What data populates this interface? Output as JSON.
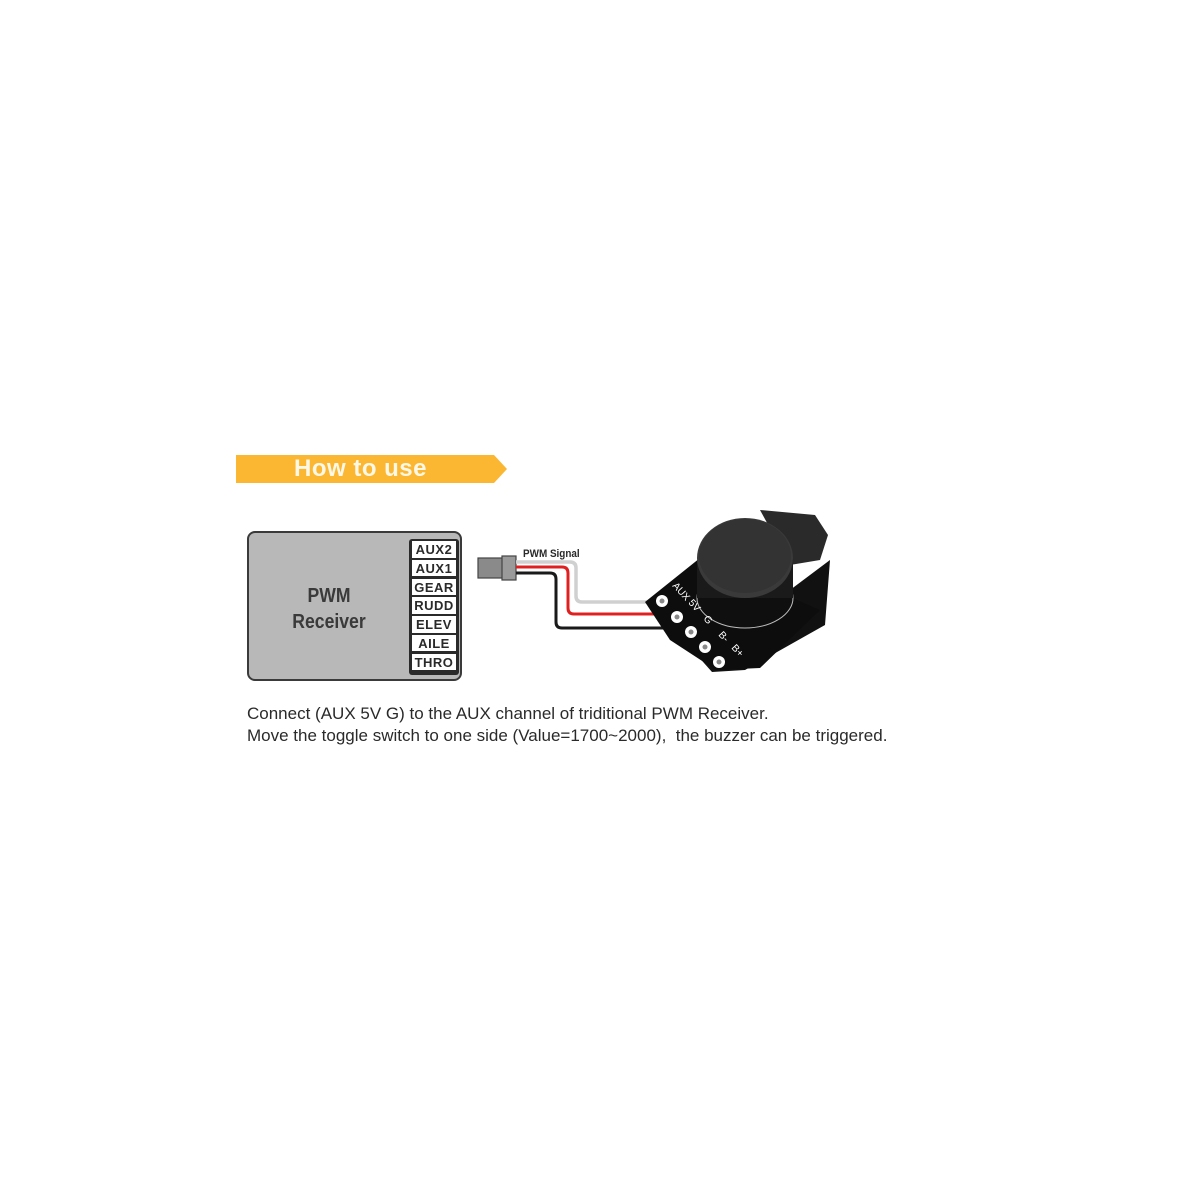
{
  "banner": {
    "title": "How to use",
    "color": "#fbb731"
  },
  "receiver": {
    "title_line1": "PWM",
    "title_line2": "Receiver",
    "channels": [
      "AUX2",
      "AUX1",
      "GEAR",
      "RUDD",
      "ELEV",
      "AILE",
      "THRO"
    ]
  },
  "wiring": {
    "signal_label": "PWM Signal",
    "wire_colors": {
      "signal": "#d0d0d0",
      "power": "#e02020",
      "ground": "#1a1a1a"
    }
  },
  "buzzer_board": {
    "pin_labels": [
      "AUX",
      "5V",
      "G",
      "B-",
      "B+"
    ]
  },
  "instructions": {
    "line1": "Connect (AUX 5V G) to the AUX channel of triditional PWM Receiver.",
    "line2": "Move the toggle switch to one side (Value=1700~2000),  the buzzer can be triggered."
  }
}
